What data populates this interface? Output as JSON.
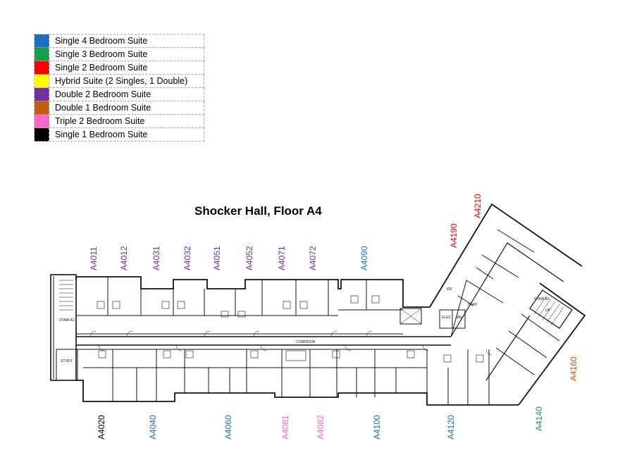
{
  "legend": [
    {
      "label": "Single 4 Bedroom Suite",
      "color": "#1f6fc2"
    },
    {
      "label": "Single 3 Bedroom Suite",
      "color": "#17a04a"
    },
    {
      "label": "Single 2 Bedroom Suite",
      "color": "#ff0000"
    },
    {
      "label": "Hybrid Suite (2 Singles, 1 Double)",
      "color": "#ffff00"
    },
    {
      "label": "Double 2 Bedroom Suite",
      "color": "#7030a0"
    },
    {
      "label": "Double 1 Bedroom Suite",
      "color": "#c55a11"
    },
    {
      "label": "Triple 2 Bedroom Suite",
      "color": "#ff66cc"
    },
    {
      "label": "Single 1 Bedroom Suite",
      "color": "#000000"
    }
  ],
  "title": "Shocker Hall, Floor A4",
  "rooms_top": [
    {
      "label": "A4011",
      "color": "#7030a0"
    },
    {
      "label": "A4012",
      "color": "#7030a0"
    },
    {
      "label": "A4031",
      "color": "#7030a0"
    },
    {
      "label": "A4032",
      "color": "#7030a0"
    },
    {
      "label": "A4051",
      "color": "#7030a0"
    },
    {
      "label": "A4052",
      "color": "#7030a0"
    },
    {
      "label": "A4071",
      "color": "#7030a0"
    },
    {
      "label": "A4072",
      "color": "#7030a0"
    },
    {
      "label": "A4090",
      "color": "#1f6fc2"
    },
    {
      "label": "A4190",
      "color": "#ff0000"
    },
    {
      "label": "A4210",
      "color": "#ff0000"
    }
  ],
  "rooms_bottom": [
    {
      "label": "A4020",
      "color": "#000000"
    },
    {
      "label": "A4040",
      "color": "#1f6fc2"
    },
    {
      "label": "A4060",
      "color": "#1f6fc2"
    },
    {
      "label": "A4081",
      "color": "#ff66cc"
    },
    {
      "label": "A4082",
      "color": "#ff66cc"
    },
    {
      "label": "A4100",
      "color": "#1f6fc2"
    },
    {
      "label": "A4120",
      "color": "#1f6fc2"
    },
    {
      "label": "A4140",
      "color": "#17a04a"
    },
    {
      "label": "A4160",
      "color": "#c55a11"
    }
  ],
  "plan_labels": {
    "stair_a1": "STAIR A1",
    "corridor": "CORRIDOR",
    "study": "STUDY",
    "elec": "ELEC",
    "jan": "JAN",
    "idf": "IDF",
    "hskp": "HSKP",
    "stair_a2": "STAIR A2",
    "up": "UP"
  }
}
